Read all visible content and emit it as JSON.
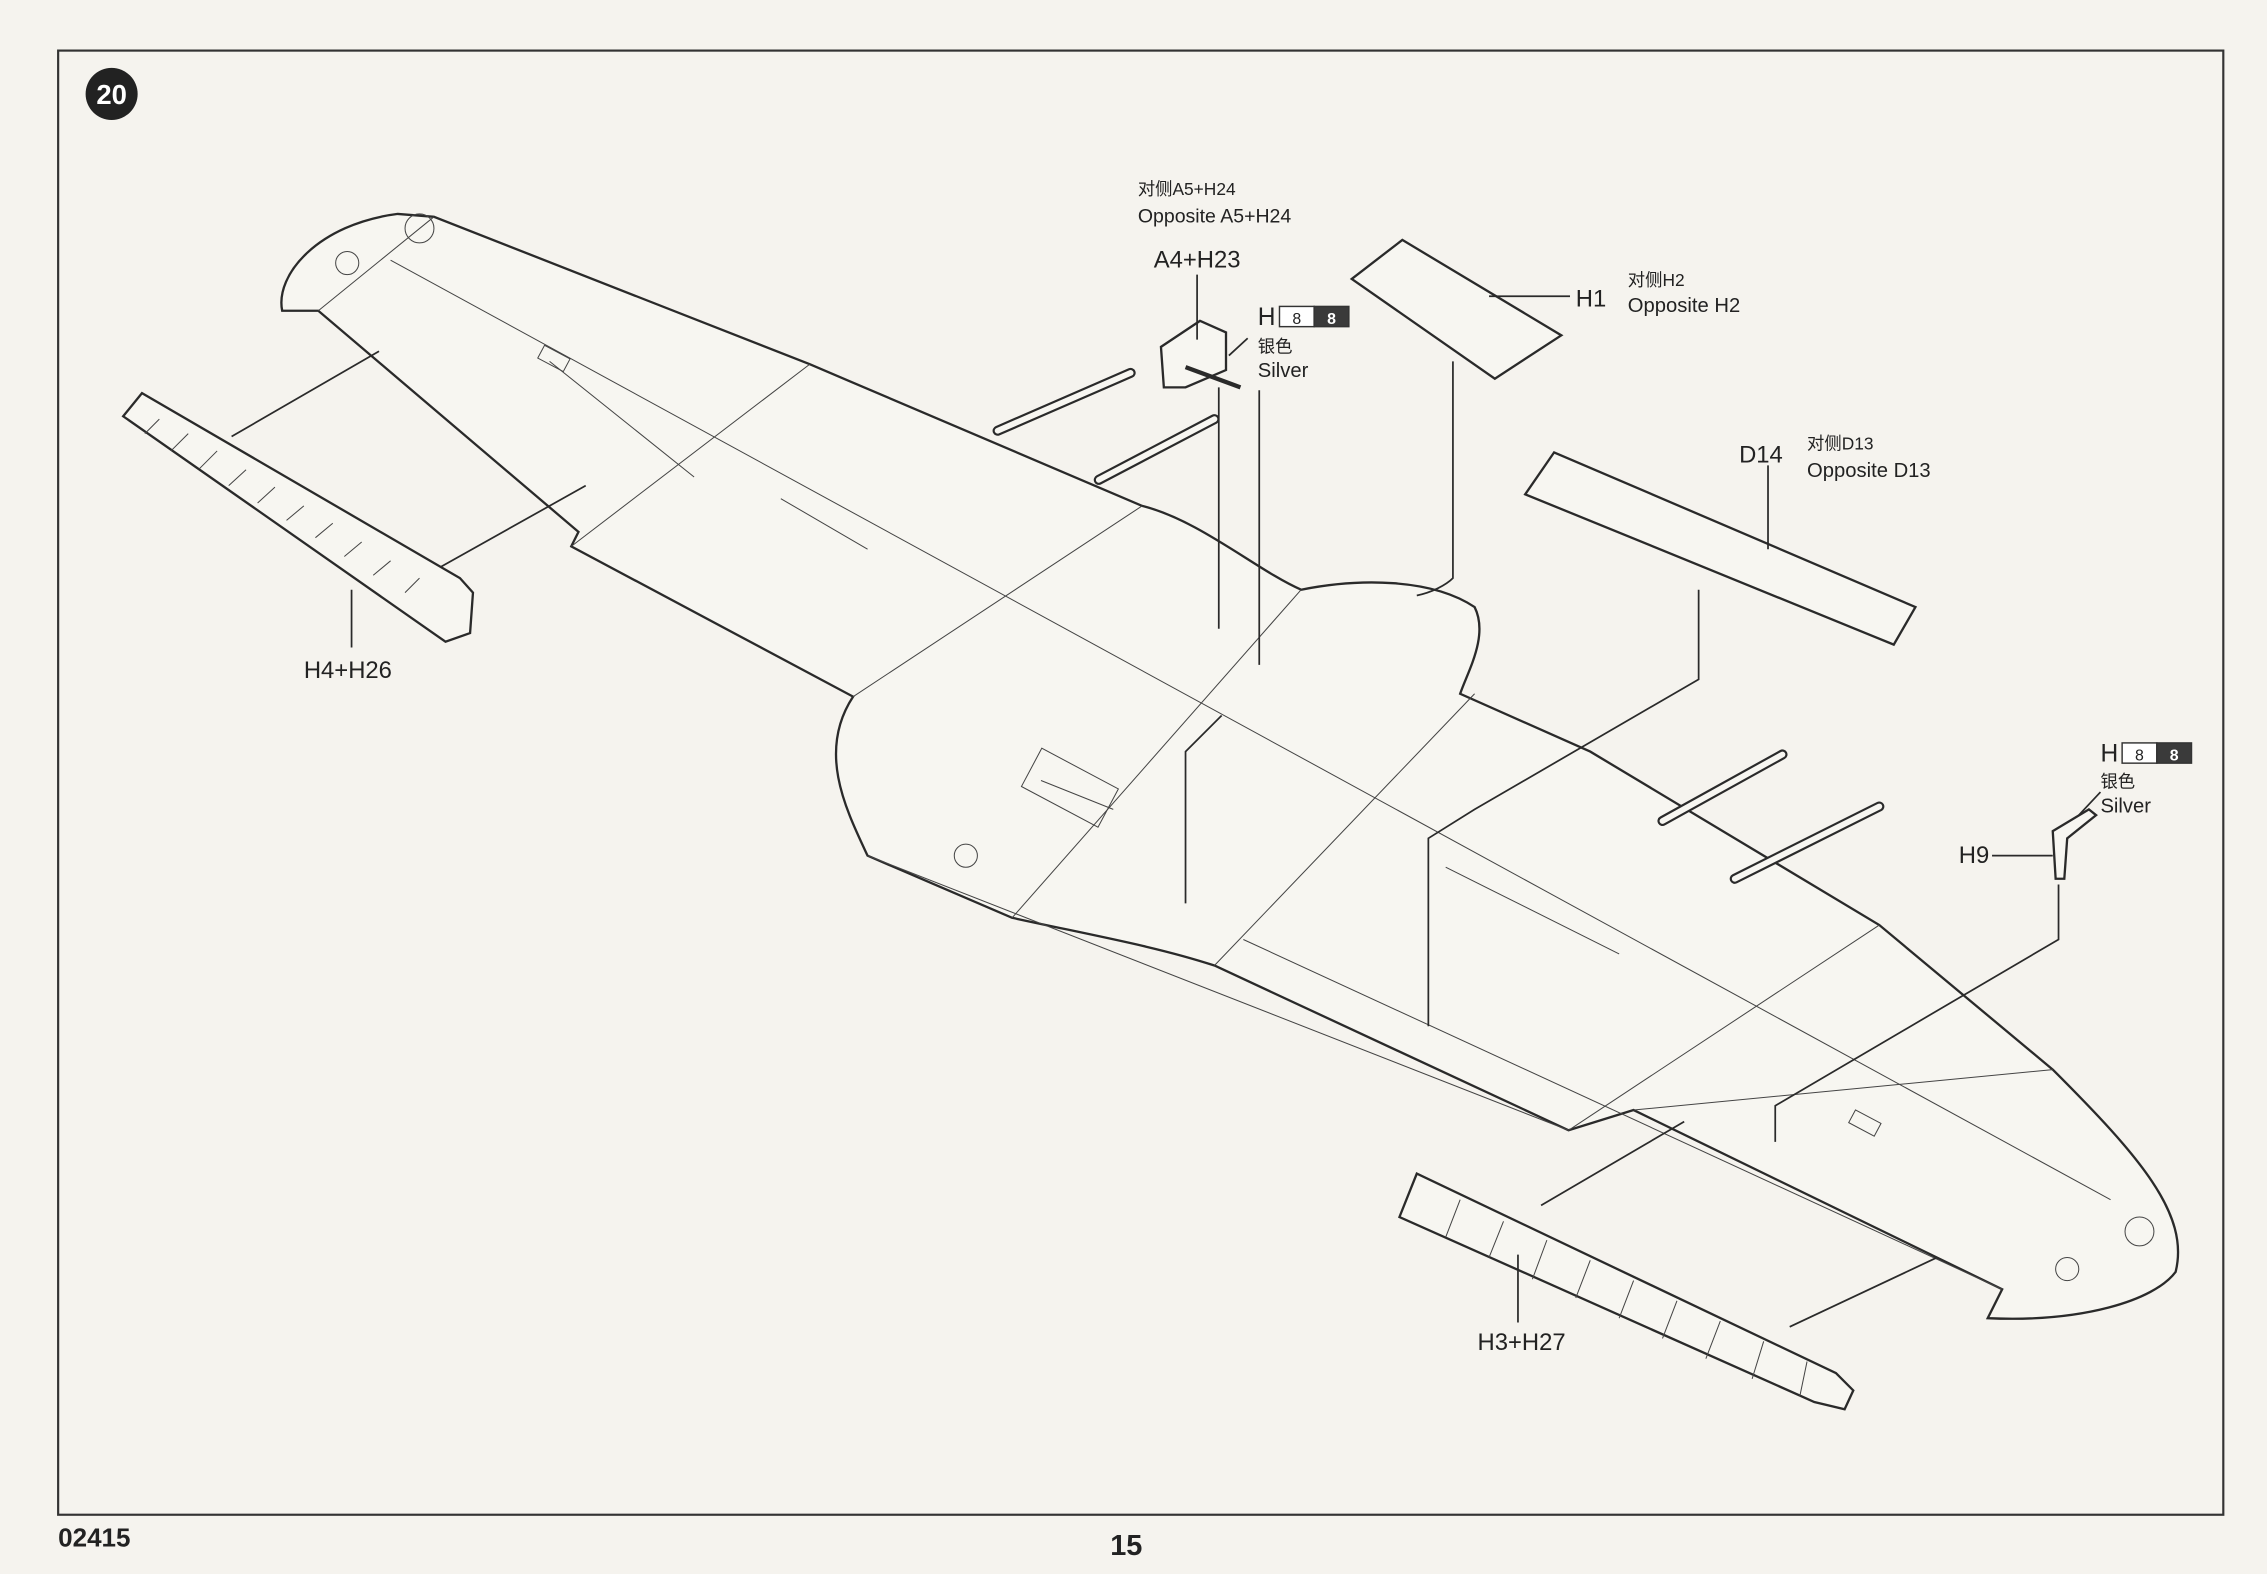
{
  "page": {
    "step_number": "20",
    "kit_code": "02415",
    "page_number": "15"
  },
  "callouts": {
    "opposite_a5_cn": "对侧A5+H24",
    "opposite_a5_en": "Opposite A5+H24",
    "a4_h23": "A4+H23",
    "paint1": {
      "letter": "H",
      "code1": "8",
      "code2": "8",
      "color_cn": "银色",
      "color_en": "Silver"
    },
    "h1": "H1",
    "opposite_h2_cn": "对侧H2",
    "opposite_h2_en": "Opposite H2",
    "d14": "D14",
    "opposite_d13_cn": "对侧D13",
    "opposite_d13_en": "Opposite D13",
    "paint2": {
      "letter": "H",
      "code1": "8",
      "code2": "8",
      "color_cn": "银色",
      "color_en": "Silver"
    },
    "h9": "H9",
    "h4_h26": "H4+H26",
    "h3_h27": "H3+H27"
  },
  "colors": {
    "ink": "#222222",
    "paper": "#f5f3ee",
    "paint_box_dark": "#3a3a3a"
  }
}
